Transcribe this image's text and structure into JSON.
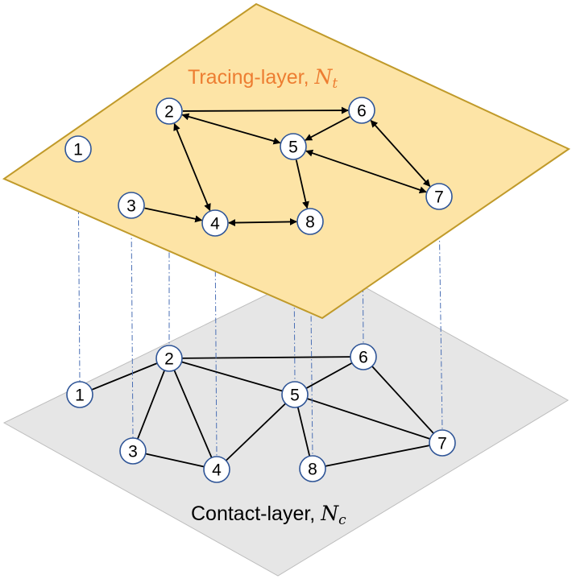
{
  "colors": {
    "tracing_fill": "#fde4a6",
    "tracing_stroke": "#c09a2a",
    "tracing_title": "#ed7d31",
    "contact_fill": "#e6e6e6",
    "contact_stroke": "#bdbdbd",
    "contact_title": "#000000",
    "node_stroke": "#2f5597"
  },
  "tracing_layer": {
    "title": "Tracing-layer, ",
    "symbol": "N",
    "subscript": "t",
    "nodes": [
      "1",
      "2",
      "3",
      "4",
      "5",
      "6",
      "7",
      "8"
    ],
    "edges": [
      {
        "from": "2",
        "to": "6",
        "direction": "forward"
      },
      {
        "from": "2",
        "to": "5",
        "direction": "both"
      },
      {
        "from": "2",
        "to": "4",
        "direction": "both"
      },
      {
        "from": "6",
        "to": "5",
        "direction": "forward"
      },
      {
        "from": "6",
        "to": "7",
        "direction": "both"
      },
      {
        "from": "5",
        "to": "7",
        "direction": "both"
      },
      {
        "from": "5",
        "to": "8",
        "direction": "forward"
      },
      {
        "from": "3",
        "to": "4",
        "direction": "forward"
      },
      {
        "from": "4",
        "to": "8",
        "direction": "both"
      }
    ]
  },
  "contact_layer": {
    "title": "Contact-layer, ",
    "symbol": "N",
    "subscript": "c",
    "nodes": [
      "1",
      "2",
      "3",
      "4",
      "5",
      "6",
      "7",
      "8"
    ],
    "edges": [
      {
        "from": "1",
        "to": "2"
      },
      {
        "from": "2",
        "to": "6"
      },
      {
        "from": "2",
        "to": "5"
      },
      {
        "from": "2",
        "to": "3"
      },
      {
        "from": "2",
        "to": "4"
      },
      {
        "from": "3",
        "to": "4"
      },
      {
        "from": "4",
        "to": "5"
      },
      {
        "from": "5",
        "to": "6"
      },
      {
        "from": "5",
        "to": "8"
      },
      {
        "from": "5",
        "to": "7"
      },
      {
        "from": "6",
        "to": "7"
      },
      {
        "from": "8",
        "to": "7"
      }
    ]
  }
}
